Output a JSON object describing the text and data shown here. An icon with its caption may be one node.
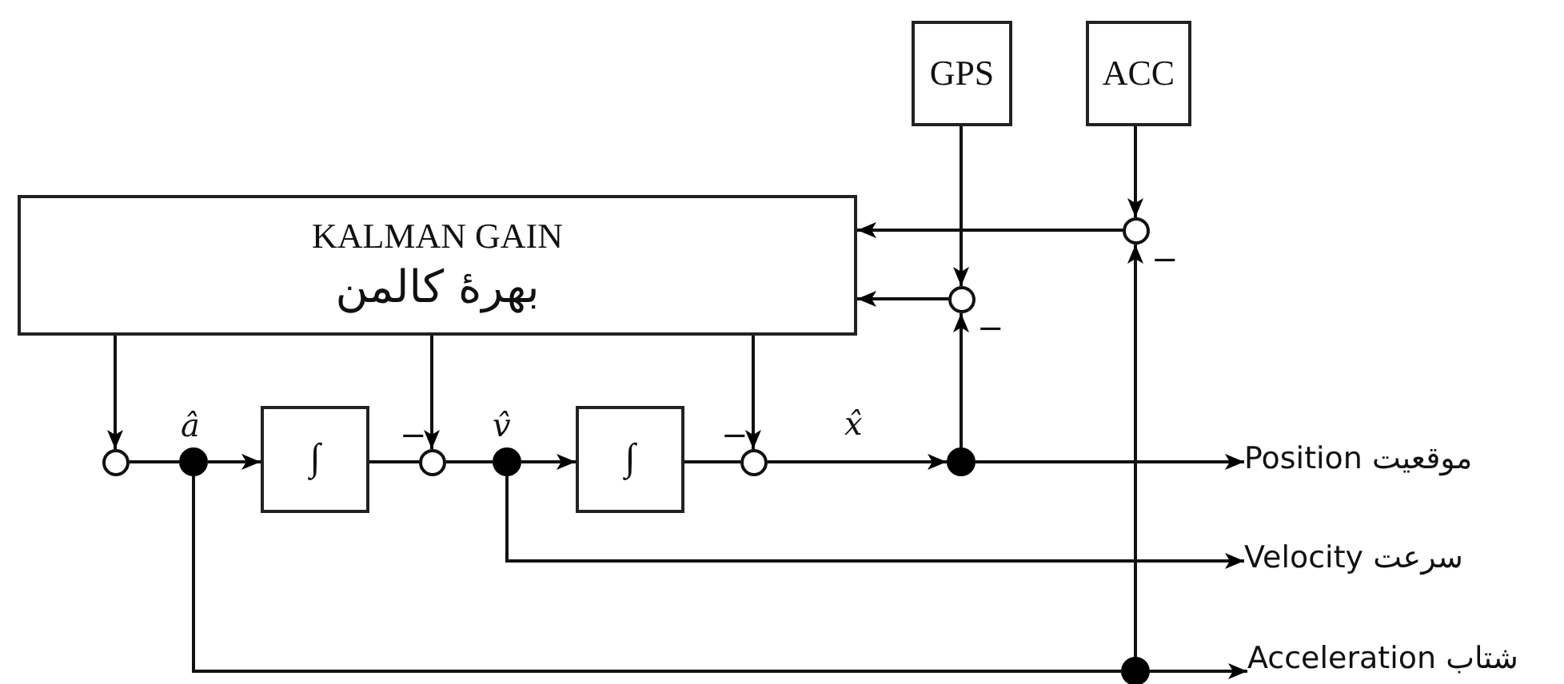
{
  "diagram": {
    "nodes": [
      {
        "text": [
          "KALMAN GAIN",
          "بهرهٔ کالمن"
        ]
      },
      {
        "text": [
          "GPS"
        ]
      },
      {
        "text": [
          "ACC"
        ]
      },
      {
        "text": [],
        "shape": "circle"
      },
      {
        "text": [],
        "shape": "circle",
        "beside": [
          "â"
        ]
      },
      {
        "text": [
          "∫"
        ]
      },
      {
        "text": [],
        "shape": "circle",
        "beside": [
          "−"
        ]
      },
      {
        "text": [],
        "shape": "circle",
        "beside": [
          "v̂"
        ]
      },
      {
        "text": [
          "∫"
        ]
      },
      {
        "text": [],
        "shape": "circle",
        "beside": [
          "−"
        ]
      },
      {
        "text": [],
        "shape": "circle"
      },
      {
        "text": [],
        "shape": "circle",
        "beside": [
          "−"
        ]
      },
      {
        "text": [],
        "shape": "circle",
        "beside": [
          "−"
        ]
      },
      {
        "text": [],
        "shape": "circle"
      },
      {
        "text": [
          "Position موقعیت"
        ]
      },
      {
        "text": [
          "Velocity سرعت"
        ]
      },
      {
        "text": [
          "Acceleration شتاب"
        ]
      }
    ],
    "edges": [
      {
        "from": 0,
        "to": 3,
        "arrow": "to"
      },
      {
        "from": 0,
        "to": 6,
        "arrow": "to"
      },
      {
        "from": 0,
        "to": 9,
        "arrow": "to"
      },
      {
        "from": 3,
        "to": 4,
        "arrow": "none"
      },
      {
        "from": 4,
        "to": 5,
        "arrow": "to"
      },
      {
        "from": 5,
        "to": 6,
        "arrow": "none"
      },
      {
        "from": 6,
        "to": 7,
        "arrow": "none"
      },
      {
        "from": 7,
        "to": 8,
        "arrow": "to"
      },
      {
        "from": 8,
        "to": 9,
        "arrow": "none"
      },
      {
        "from": 9,
        "to": 10,
        "arrow": "to",
        "label": "x̂"
      },
      {
        "from": 10,
        "to": 14,
        "arrow": "to"
      },
      {
        "from": 7,
        "to": 15,
        "arrow": "to"
      },
      {
        "from": 4,
        "to": 13,
        "arrow": "none"
      },
      {
        "from": 13,
        "to": 16,
        "arrow": "to"
      },
      {
        "from": 1,
        "to": 11,
        "arrow": "to"
      },
      {
        "from": 10,
        "to": 11,
        "arrow": "to"
      },
      {
        "from": 2,
        "to": 12,
        "arrow": "to"
      },
      {
        "from": 13,
        "to": 12,
        "arrow": "to"
      },
      {
        "from": 11,
        "to": 0,
        "arrow": "to"
      },
      {
        "from": 12,
        "to": 0,
        "arrow": "to"
      }
    ]
  }
}
